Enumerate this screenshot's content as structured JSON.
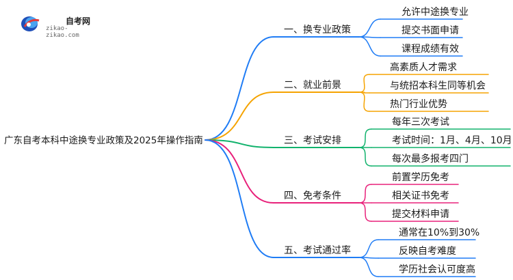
{
  "logo": {
    "title": "自考网",
    "url": "zikao-zikao.com"
  },
  "root": {
    "label": "广东自考本科中途换专业政策及2025年操作指南"
  },
  "colors": {
    "blue": "#1f7cf5",
    "orange": "#f5a300",
    "green": "#10b26c",
    "pink": "#e8207a"
  },
  "branches": [
    {
      "label": "一、换专业政策",
      "color": "#1f7cf5",
      "children": [
        "允许中途换专业",
        "提交书面申请",
        "课程成绩有效"
      ]
    },
    {
      "label": "二、就业前景",
      "color": "#f5a300",
      "children": [
        "高素质人才需求",
        "与统招本科生同等机会",
        "热门行业优势"
      ]
    },
    {
      "label": "三、考试安排",
      "color": "#10b26c",
      "children": [
        "每年三次考试",
        "考试时间：1月、4月、10月",
        "每次最多报考四门"
      ]
    },
    {
      "label": "四、免考条件",
      "color": "#e8207a",
      "children": [
        "前置学历免考",
        "相关证书免考",
        "提交材料申请"
      ]
    },
    {
      "label": "五、考试通过率",
      "color": "#1f7cf5",
      "children": [
        "通常在10%到30%",
        "反映自考难度",
        "学历社会认可度高"
      ]
    }
  ]
}
